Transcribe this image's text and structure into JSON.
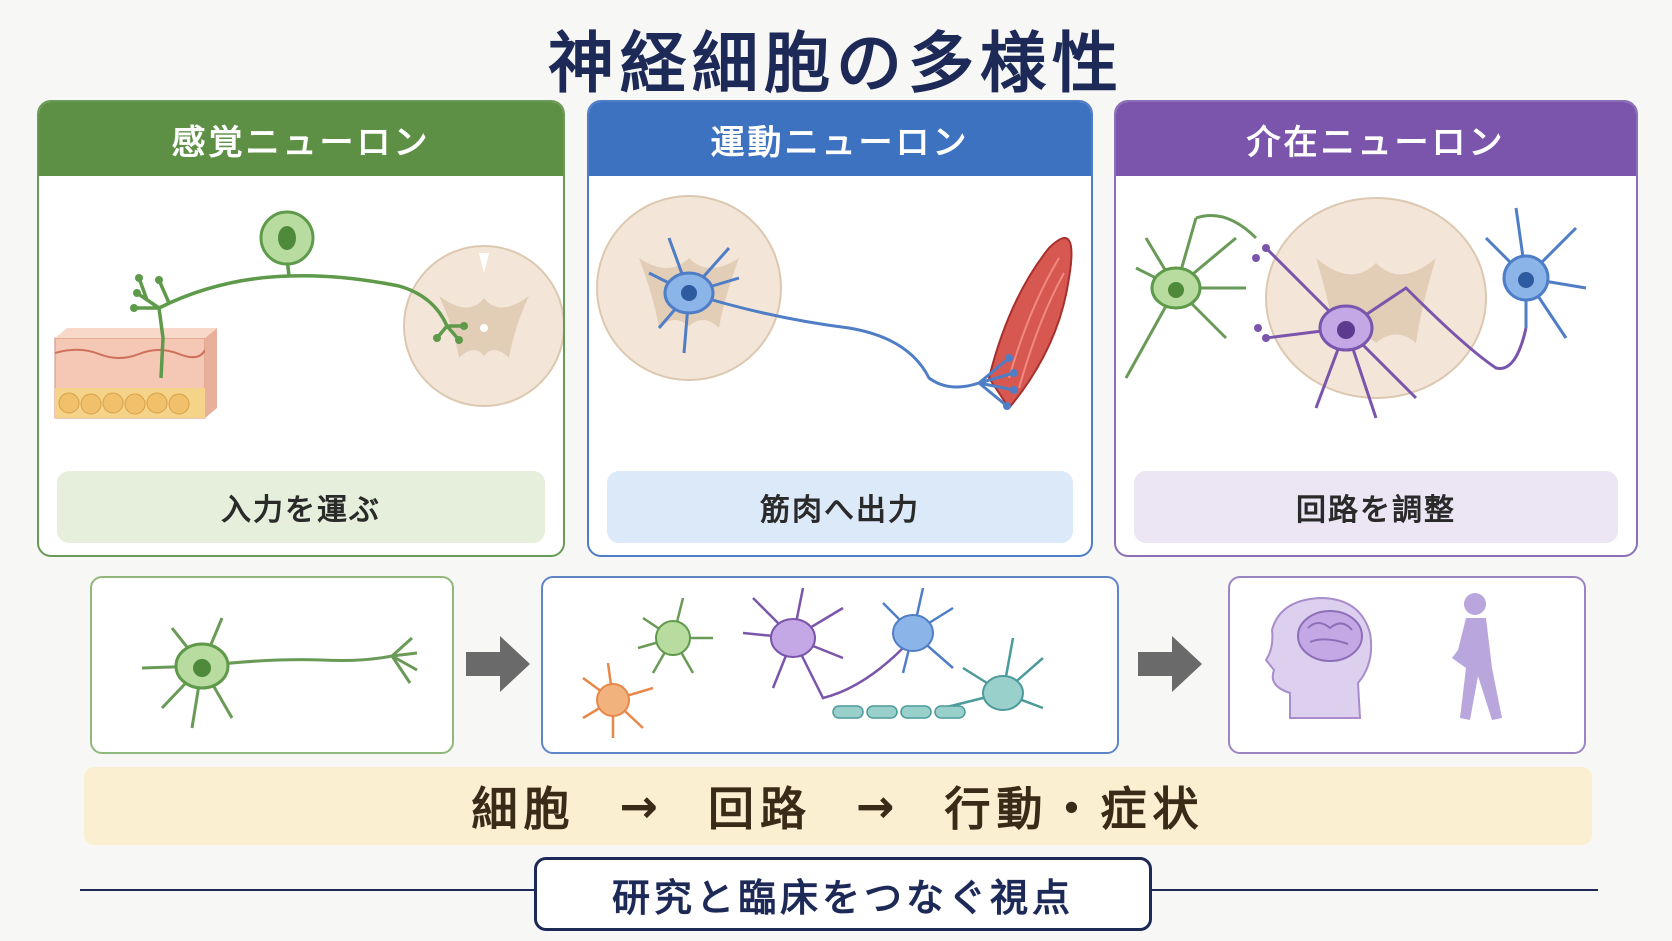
{
  "title": "神経細胞の多様性",
  "panels": [
    {
      "heading": "感覚ニューロン",
      "caption": "入力を運ぶ",
      "color": "#5d8f45"
    },
    {
      "heading": "運動ニューロン",
      "caption": "筋肉へ出力",
      "color": "#3d72c0"
    },
    {
      "heading": "介在ニューロン",
      "caption": "回路を調整",
      "color": "#7a55ab"
    }
  ],
  "flow": {
    "cell": "細胞",
    "arrow": "→",
    "circuit": "回路",
    "behavior": "行動・症状"
  },
  "footer": "研究と臨床をつなぐ視点",
  "icons": [
    "neuron-icon",
    "spinal-cord-icon",
    "skin-icon",
    "muscle-icon",
    "brain-head-icon",
    "walking-person-icon",
    "arrow-right-icon"
  ]
}
